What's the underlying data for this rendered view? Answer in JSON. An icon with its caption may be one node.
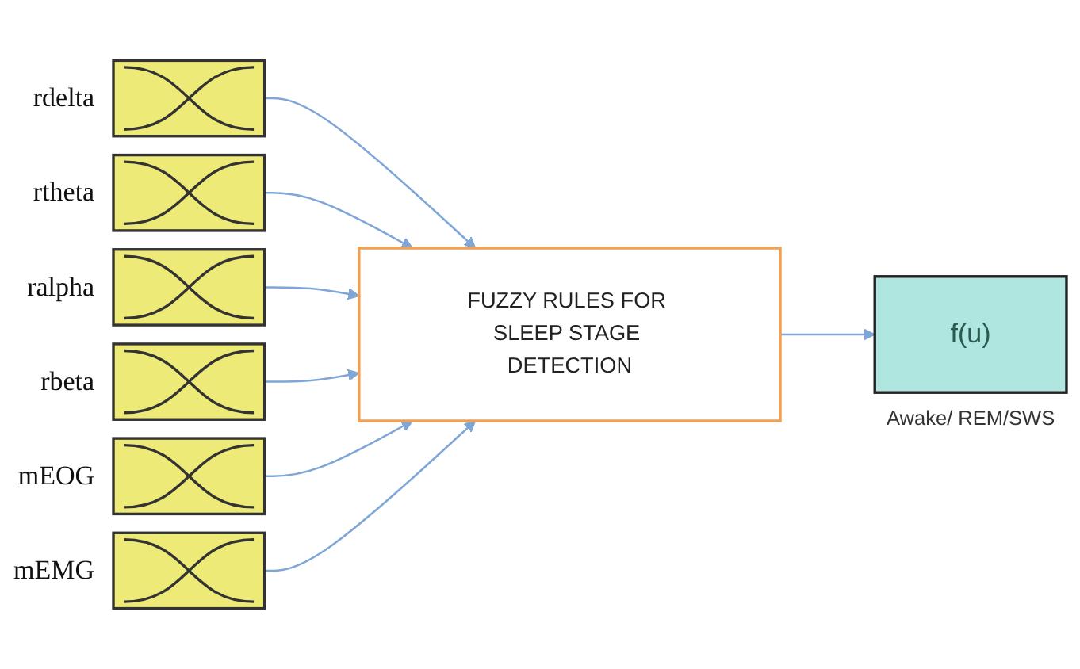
{
  "diagram": {
    "nodes": [
      {
        "text": [],
        "shape": "box",
        "beside": [
          "rdelta"
        ]
      },
      {
        "text": [],
        "shape": "box",
        "beside": [
          "rtheta"
        ]
      },
      {
        "text": [],
        "shape": "box",
        "beside": [
          "ralpha"
        ]
      },
      {
        "text": [],
        "shape": "box",
        "beside": [
          "rbeta"
        ]
      },
      {
        "text": [],
        "shape": "box",
        "beside": [
          "mEOG"
        ]
      },
      {
        "text": [],
        "shape": "box",
        "beside": [
          "mEMG"
        ]
      },
      {
        "text": [
          "FUZZY RULES FOR SLEEP STAGE DETECTION"
        ]
      },
      {
        "text": [
          "f(u)"
        ],
        "beside": [
          "Awake/ REM/SWS"
        ]
      }
    ],
    "edges": [
      {
        "from": 0,
        "to": 6,
        "arrow": "to"
      },
      {
        "from": 1,
        "to": 6,
        "arrow": "to"
      },
      {
        "from": 2,
        "to": 6,
        "arrow": "to"
      },
      {
        "from": 3,
        "to": 6,
        "arrow": "to"
      },
      {
        "from": 4,
        "to": 6,
        "arrow": "to"
      },
      {
        "from": 5,
        "to": 6,
        "arrow": "to"
      },
      {
        "from": 6,
        "to": 7,
        "arrow": "to"
      }
    ]
  }
}
